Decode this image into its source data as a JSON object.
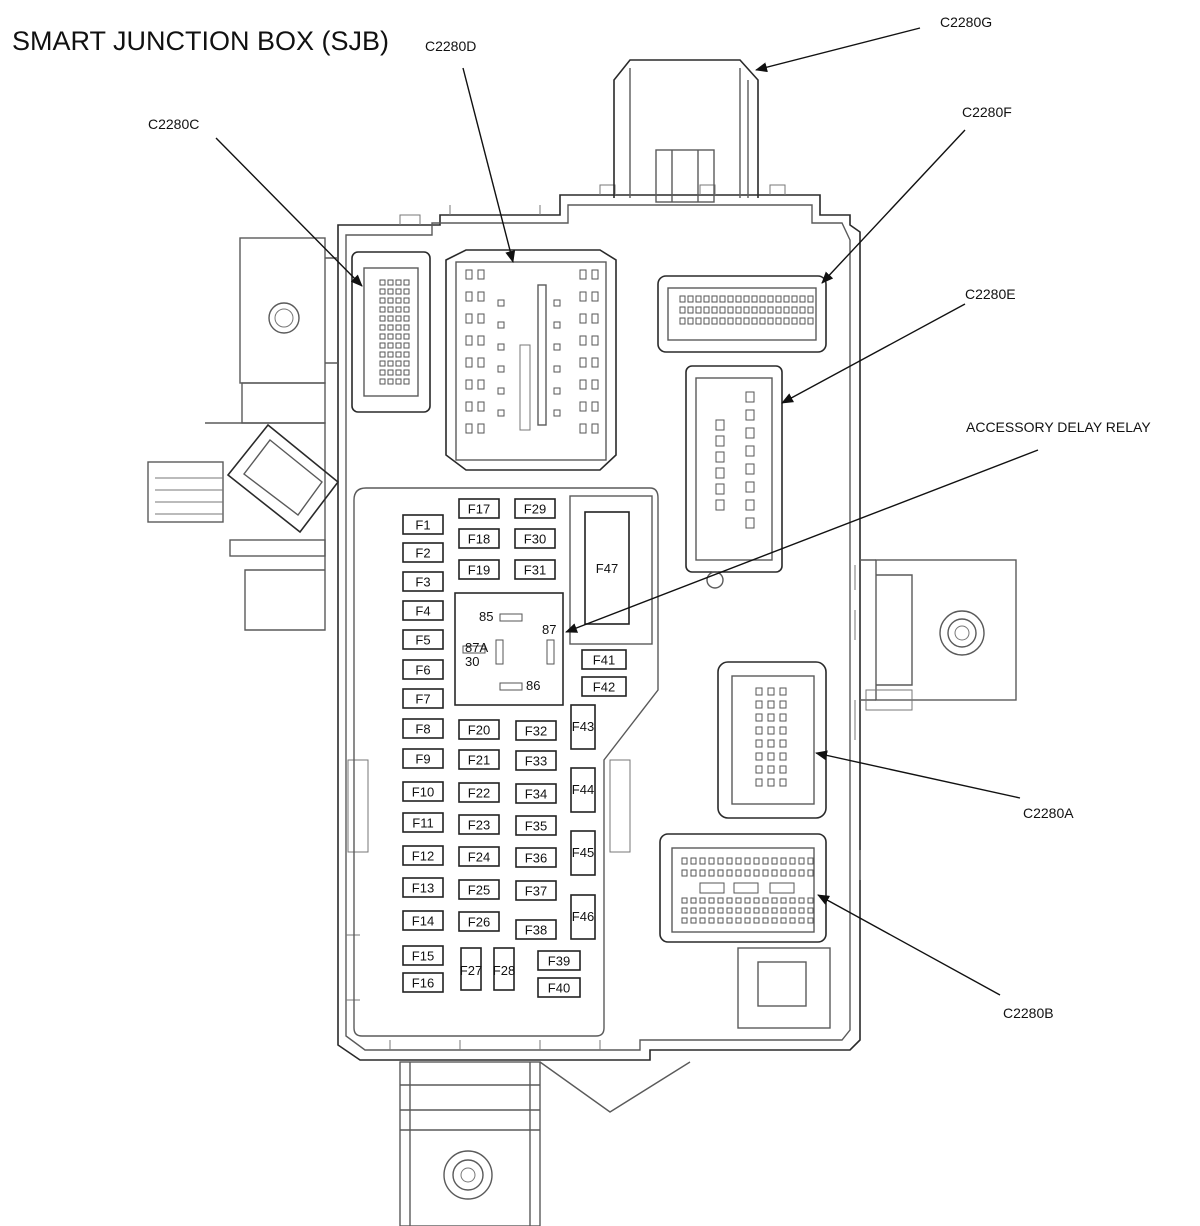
{
  "title": "SMART JUNCTION BOX (SJB)",
  "connectors": {
    "c2280a": "C2280A",
    "c2280b": "C2280B",
    "c2280c": "C2280C",
    "c2280d": "C2280D",
    "c2280e": "C2280E",
    "c2280f": "C2280F",
    "c2280g": "C2280G"
  },
  "relay": {
    "name": "ACCESSORY DELAY RELAY",
    "terminals": {
      "t85": "85",
      "t87": "87",
      "t87a": "87A",
      "t30": "30",
      "t86": "86"
    }
  },
  "fuses": {
    "col1": [
      "F1",
      "F2",
      "F3",
      "F4",
      "F5",
      "F6",
      "F7",
      "F8",
      "F9",
      "F10",
      "F11",
      "F12",
      "F13",
      "F14",
      "F15",
      "F16"
    ],
    "col2_top": [
      "F17",
      "F18",
      "F19"
    ],
    "col3_top": [
      "F29",
      "F30",
      "F31"
    ],
    "col2": [
      "F20",
      "F21",
      "F22",
      "F23",
      "F24",
      "F25",
      "F26"
    ],
    "col3": [
      "F32",
      "F33",
      "F34",
      "F35",
      "F36",
      "F37",
      "F38"
    ],
    "small_mini": [
      "F27",
      "F28"
    ],
    "bottom": [
      "F39",
      "F40"
    ],
    "right_mid": [
      "F41",
      "F42"
    ],
    "tall": [
      "F43",
      "F44",
      "F45",
      "F46"
    ],
    "big": "F47"
  }
}
